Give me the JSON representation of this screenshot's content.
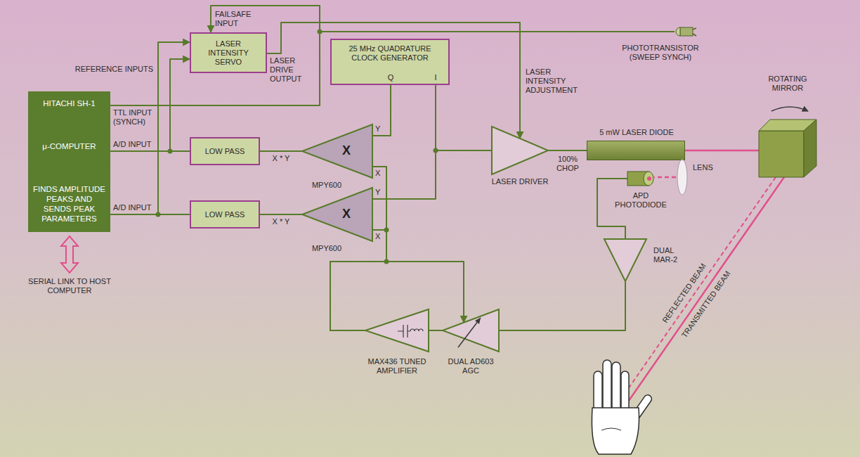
{
  "diagram": {
    "nodes": [
      {
        "text": [
          "HITACHI SH-1",
          "μ-COMPUTER",
          "FINDS AMPLITUDE PEAKS AND SENDS PEAK PARAMETERS"
        ]
      },
      {
        "text": [
          "LASER INTENSITY SERVO"
        ]
      },
      {
        "text": [
          "25 MHz QUADRATURE CLOCK GENERATOR",
          "Q",
          "I"
        ]
      },
      {
        "text": [
          "LOW PASS"
        ]
      },
      {
        "text": [
          "LOW PASS"
        ]
      },
      {
        "text": [
          "X",
          "MPY600"
        ]
      },
      {
        "text": [
          "X",
          "MPY600"
        ]
      },
      {
        "text": [
          "LASER DRIVER"
        ]
      },
      {
        "text": [
          "5 mW LASER DIODE"
        ]
      },
      {
        "text": [
          "ROTATING MIRROR"
        ]
      },
      {
        "text": [
          "PHOTOTRANSISTOR (SWEEP SYNCH)"
        ]
      },
      {
        "text": [
          "APD PHOTODIODE"
        ]
      },
      {
        "text": [
          "LENS"
        ]
      },
      {
        "text": [
          "DUAL MAR-2"
        ]
      },
      {
        "text": [
          "DUAL AD603 AGC"
        ]
      },
      {
        "text": [
          "MAX436 TUNED AMPLIFIER"
        ]
      }
    ],
    "edges": [
      {
        "from": 3,
        "to": 0,
        "arrow": "none"
      },
      {
        "from": 3,
        "to": 1,
        "arrow": "to"
      },
      {
        "from": 4,
        "to": 0,
        "arrow": "none"
      },
      {
        "from": 4,
        "to": 1,
        "arrow": "to"
      },
      {
        "from": 5,
        "to": 3,
        "arrow": "none"
      },
      {
        "from": 6,
        "to": 4,
        "arrow": "none"
      },
      {
        "from": 2,
        "to": 5,
        "arrow": "none"
      },
      {
        "from": 2,
        "to": 6,
        "arrow": "none"
      },
      {
        "from": 2,
        "to": 7,
        "arrow": "none"
      },
      {
        "from": 1,
        "to": 7,
        "arrow": "to"
      },
      {
        "from": 10,
        "to": 1,
        "arrow": "to"
      },
      {
        "from": 10,
        "to": 0,
        "arrow": "none"
      },
      {
        "from": 7,
        "to": 8,
        "arrow": "none"
      },
      {
        "from": 8,
        "to": 9,
        "arrow": "none"
      },
      {
        "from": 12,
        "to": 11,
        "arrow": "none"
      },
      {
        "from": 11,
        "to": 13,
        "arrow": "none"
      },
      {
        "from": 13,
        "to": 14,
        "arrow": "none"
      },
      {
        "from": 14,
        "to": 15,
        "arrow": "none"
      },
      {
        "from": 15,
        "to": 5,
        "arrow": "none"
      },
      {
        "from": 15,
        "to": 6,
        "arrow": "none"
      },
      {
        "from": 15,
        "to": 14,
        "arrow": "to"
      }
    ],
    "labels": [
      "REFERENCE INPUTS",
      "FAILSAFE INPUT",
      "LASER DRIVE OUTPUT",
      "LASER INTENSITY ADJUSTMENT",
      "TTL INPUT (SYNCH)",
      "A/D INPUT",
      "A/D INPUT",
      "X * Y",
      "Y",
      "X",
      "X * Y",
      "Y",
      "X",
      "100% CHOP",
      "REFLECTED BEAM",
      "TRANSMITTED BEAM",
      "SERIAL LINK TO HOST COMPUTER"
    ]
  }
}
